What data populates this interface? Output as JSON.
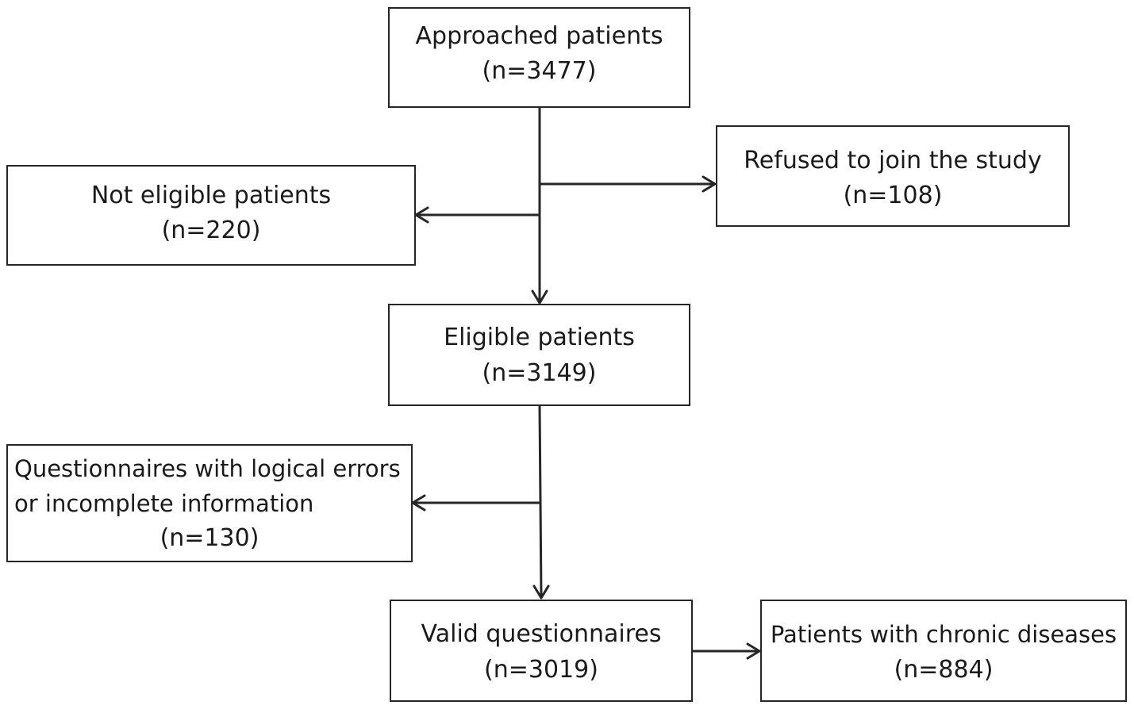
{
  "boxes": {
    "approached": {
      "title": "Approached patients",
      "count": "(n=3477)"
    },
    "refused": {
      "title": "Refused to join the study",
      "count": "(n=108)"
    },
    "not_eligible": {
      "title": "Not eligible patients",
      "count": "(n=220)"
    },
    "eligible": {
      "title": "Eligible  patients",
      "count": "(n=3149)"
    },
    "errors": {
      "line1": "Questionnaires with logical errors",
      "line2": "or incomplete information",
      "count": "(n=130)"
    },
    "valid": {
      "title": "Valid questionnaires",
      "count": "(n=3019)"
    },
    "chronic": {
      "title": "Patients with chronic diseases",
      "count": "(n=884)"
    }
  }
}
